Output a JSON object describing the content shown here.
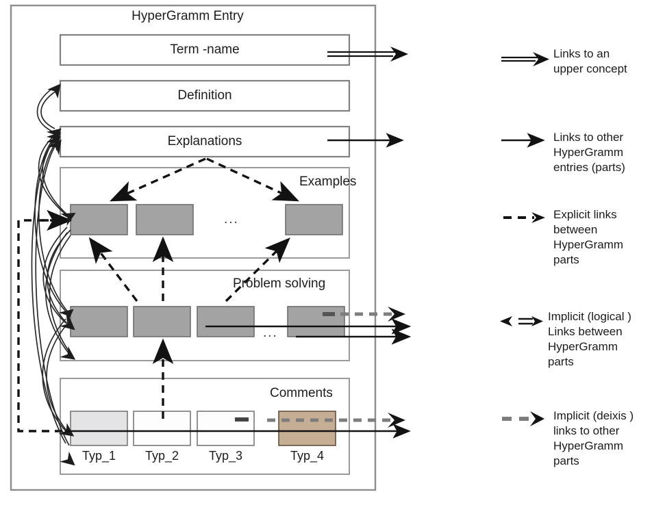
{
  "diagram": {
    "title": "HyperGramm Entry",
    "rows": [
      {
        "id": "term-name",
        "label": "Term -name"
      },
      {
        "id": "definition",
        "label": "Definition"
      },
      {
        "id": "explanations",
        "label": "Explanations"
      }
    ],
    "sections": [
      {
        "id": "examples",
        "label": "Examples",
        "ellipsis": "..."
      },
      {
        "id": "problem-solving",
        "label": "Problem solving",
        "ellipsis": "..."
      },
      {
        "id": "comments",
        "label": "Comments"
      }
    ],
    "comment_types": [
      {
        "id": "typ-1",
        "label": "Typ_1",
        "texture": "granite-gray"
      },
      {
        "id": "typ-2",
        "label": "Typ_2",
        "texture": "marble-light"
      },
      {
        "id": "typ-3",
        "label": "Typ_3",
        "texture": "speckle-cream"
      },
      {
        "id": "typ-4",
        "label": "Typ_4",
        "texture": "granite-brown"
      }
    ]
  },
  "legend": {
    "items": [
      {
        "id": "upper-concept",
        "icon": "double-line-arrow-icon",
        "text": "Links to an\nupper concept"
      },
      {
        "id": "other-entries",
        "icon": "solid-arrow-icon",
        "text": "Links to other\nHyperGramm\nentries (parts)"
      },
      {
        "id": "explicit-links",
        "icon": "dashed-arrow-icon",
        "text": "Explicit links\nbetween\nHyperGramm\nparts"
      },
      {
        "id": "implicit-logical",
        "icon": "double-headed-arrow-icon",
        "text": "Implicit (logical )\nLinks between\nHyperGramm\nparts"
      },
      {
        "id": "implicit-deixis",
        "icon": "gray-dashed-arrow-icon",
        "text": "Implicit (deixis )\nlinks to other\nHyperGramm\nparts"
      }
    ]
  },
  "colors": {
    "gray_block": "#a3a3a3",
    "frame": "#8c8c8c",
    "ink": "#1a1a1a",
    "gray_dash": "#7d7d7d"
  }
}
